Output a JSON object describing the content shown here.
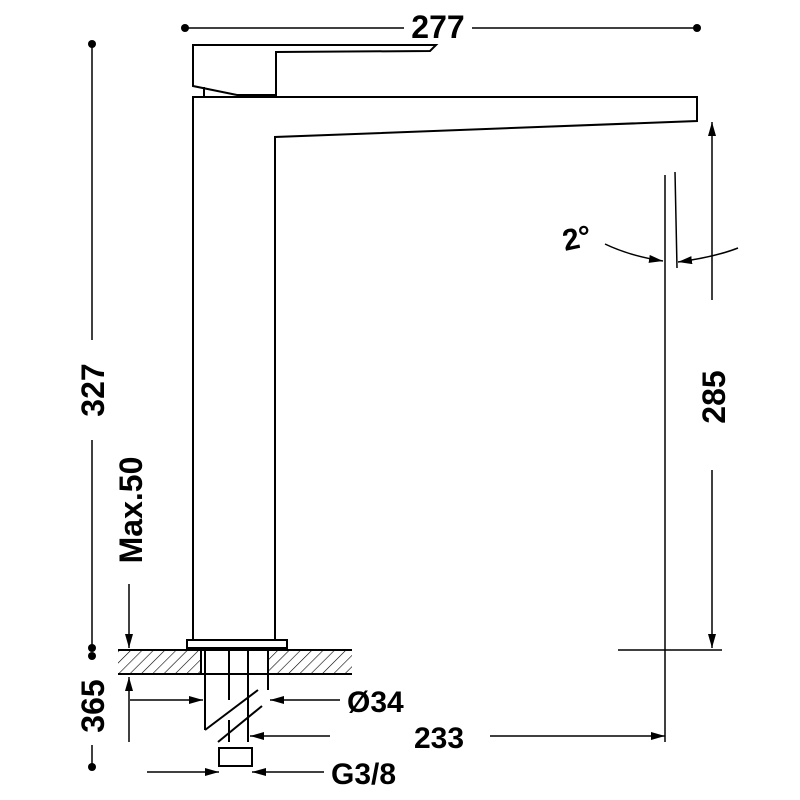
{
  "dimensions": {
    "overall_width": "277",
    "overall_height": "327",
    "spout_height": "285",
    "spout_angle": "2°",
    "max_deck_thickness": "Max.50",
    "total_height": "365",
    "base_diameter": "Ø34",
    "spout_reach": "233",
    "connection_thread": "G3/8"
  },
  "colors": {
    "line": "#000000",
    "background": "#ffffff"
  }
}
